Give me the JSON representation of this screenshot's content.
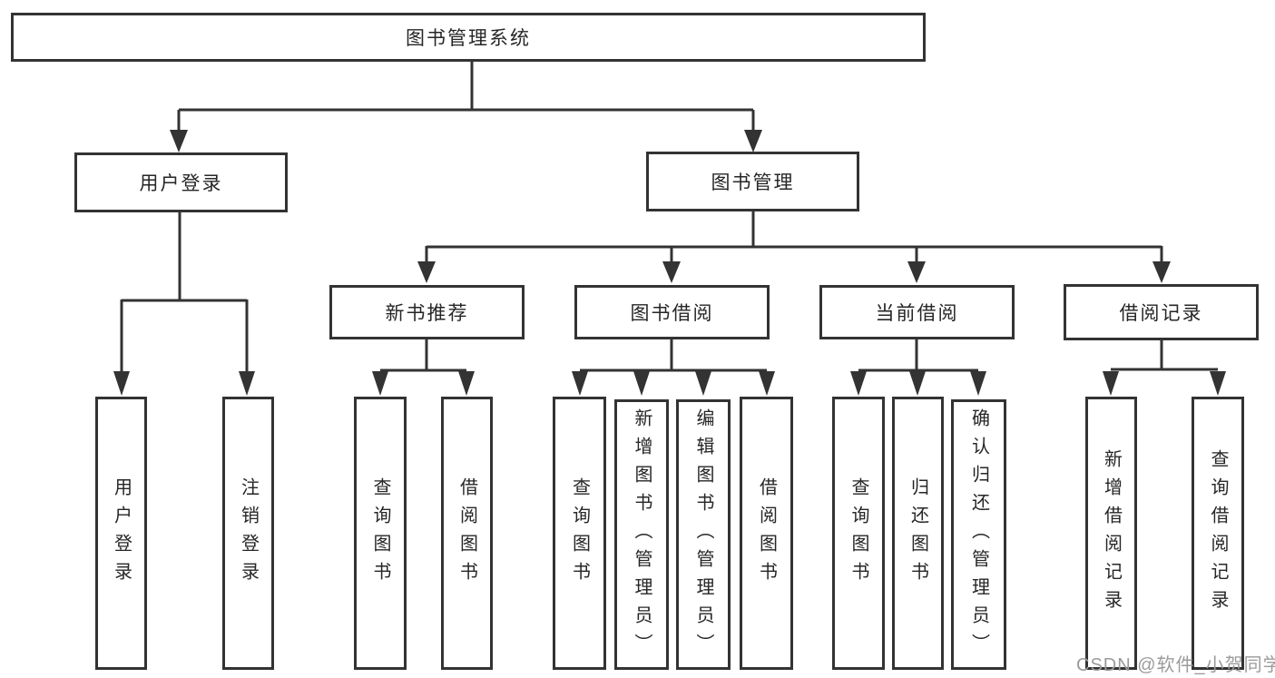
{
  "colors": {
    "line": "#333333",
    "text": "#262626",
    "background": "#ffffff",
    "watermark": "#9b9b9b"
  },
  "tree": {
    "root": {
      "label": "图书管理系统"
    },
    "user_login": {
      "label": "用户登录"
    },
    "book_management": {
      "label": "图书管理"
    },
    "new_book_rec": {
      "label": "新书推荐"
    },
    "book_borrow": {
      "label": "图书借阅"
    },
    "current_borrow": {
      "label": "当前借阅"
    },
    "borrow_records": {
      "label": "借阅记录"
    },
    "leaves": {
      "ul_login": "用户登录",
      "ul_logout": "注销登录",
      "nbr_query": "查询图书",
      "nbr_borrow": "借阅图书",
      "bb_query": "查询图书",
      "bb_add": "新增图书（管理员）",
      "bb_edit": "编辑图书（管理员）",
      "bb_borrow": "借阅图书",
      "cb_query": "查询图书",
      "cb_return": "归还图书",
      "cb_confirm": "确认归还（管理员）",
      "br_add": "新增借阅记录",
      "br_query": "查询借阅记录"
    }
  },
  "watermark": {
    "text": "CSDN @软件_小贺同学"
  }
}
